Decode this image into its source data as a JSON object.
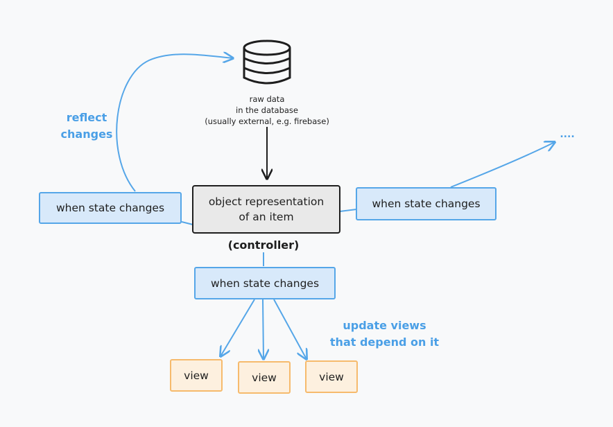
{
  "database": {
    "icon": "database-icon",
    "label": "raw data\nin the database\n(usually external, e.g. firebase)"
  },
  "controller": {
    "text": "object representation\nof an item",
    "caption": "(controller)"
  },
  "state_boxes": {
    "left": "when state changes",
    "right": "when state changes",
    "bottom": "when state changes"
  },
  "annotations": {
    "reflect_changes": "reflect\nchanges",
    "ellipsis": "....",
    "update_views": "update views\nthat depend on it"
  },
  "views": [
    "view",
    "view",
    "view"
  ],
  "colors": {
    "blue": "#55a6e8",
    "blue_fill": "#d8e9fa",
    "orange": "#f6ba6c",
    "orange_fill": "#fdf0df",
    "controller_fill": "#e9e9e9",
    "ink": "#1e1e1e"
  }
}
